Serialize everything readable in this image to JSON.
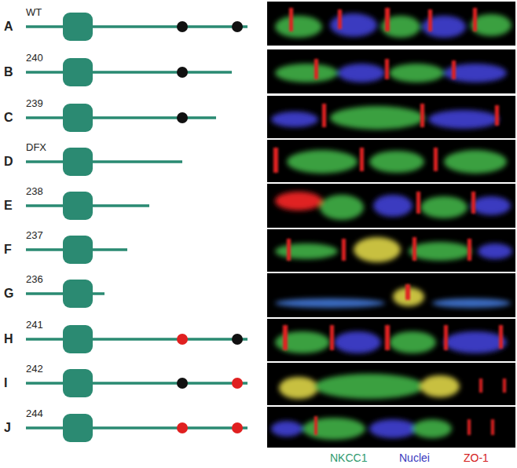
{
  "diagram": {
    "labels": [
      "A",
      "WT",
      "B",
      "240",
      "C",
      "239",
      "D",
      "DFX",
      "E",
      "238",
      "F",
      "237",
      "G",
      "236",
      "H",
      "241",
      "I",
      "242",
      "J",
      "244"
    ],
    "legend": [
      {
        "text": "NKCC1",
        "color": "#2e9a6e"
      },
      {
        "text": "Nuclei",
        "color": "#3a3ac0"
      },
      {
        "text": "ZO-1",
        "color": "#d42020"
      }
    ]
  }
}
